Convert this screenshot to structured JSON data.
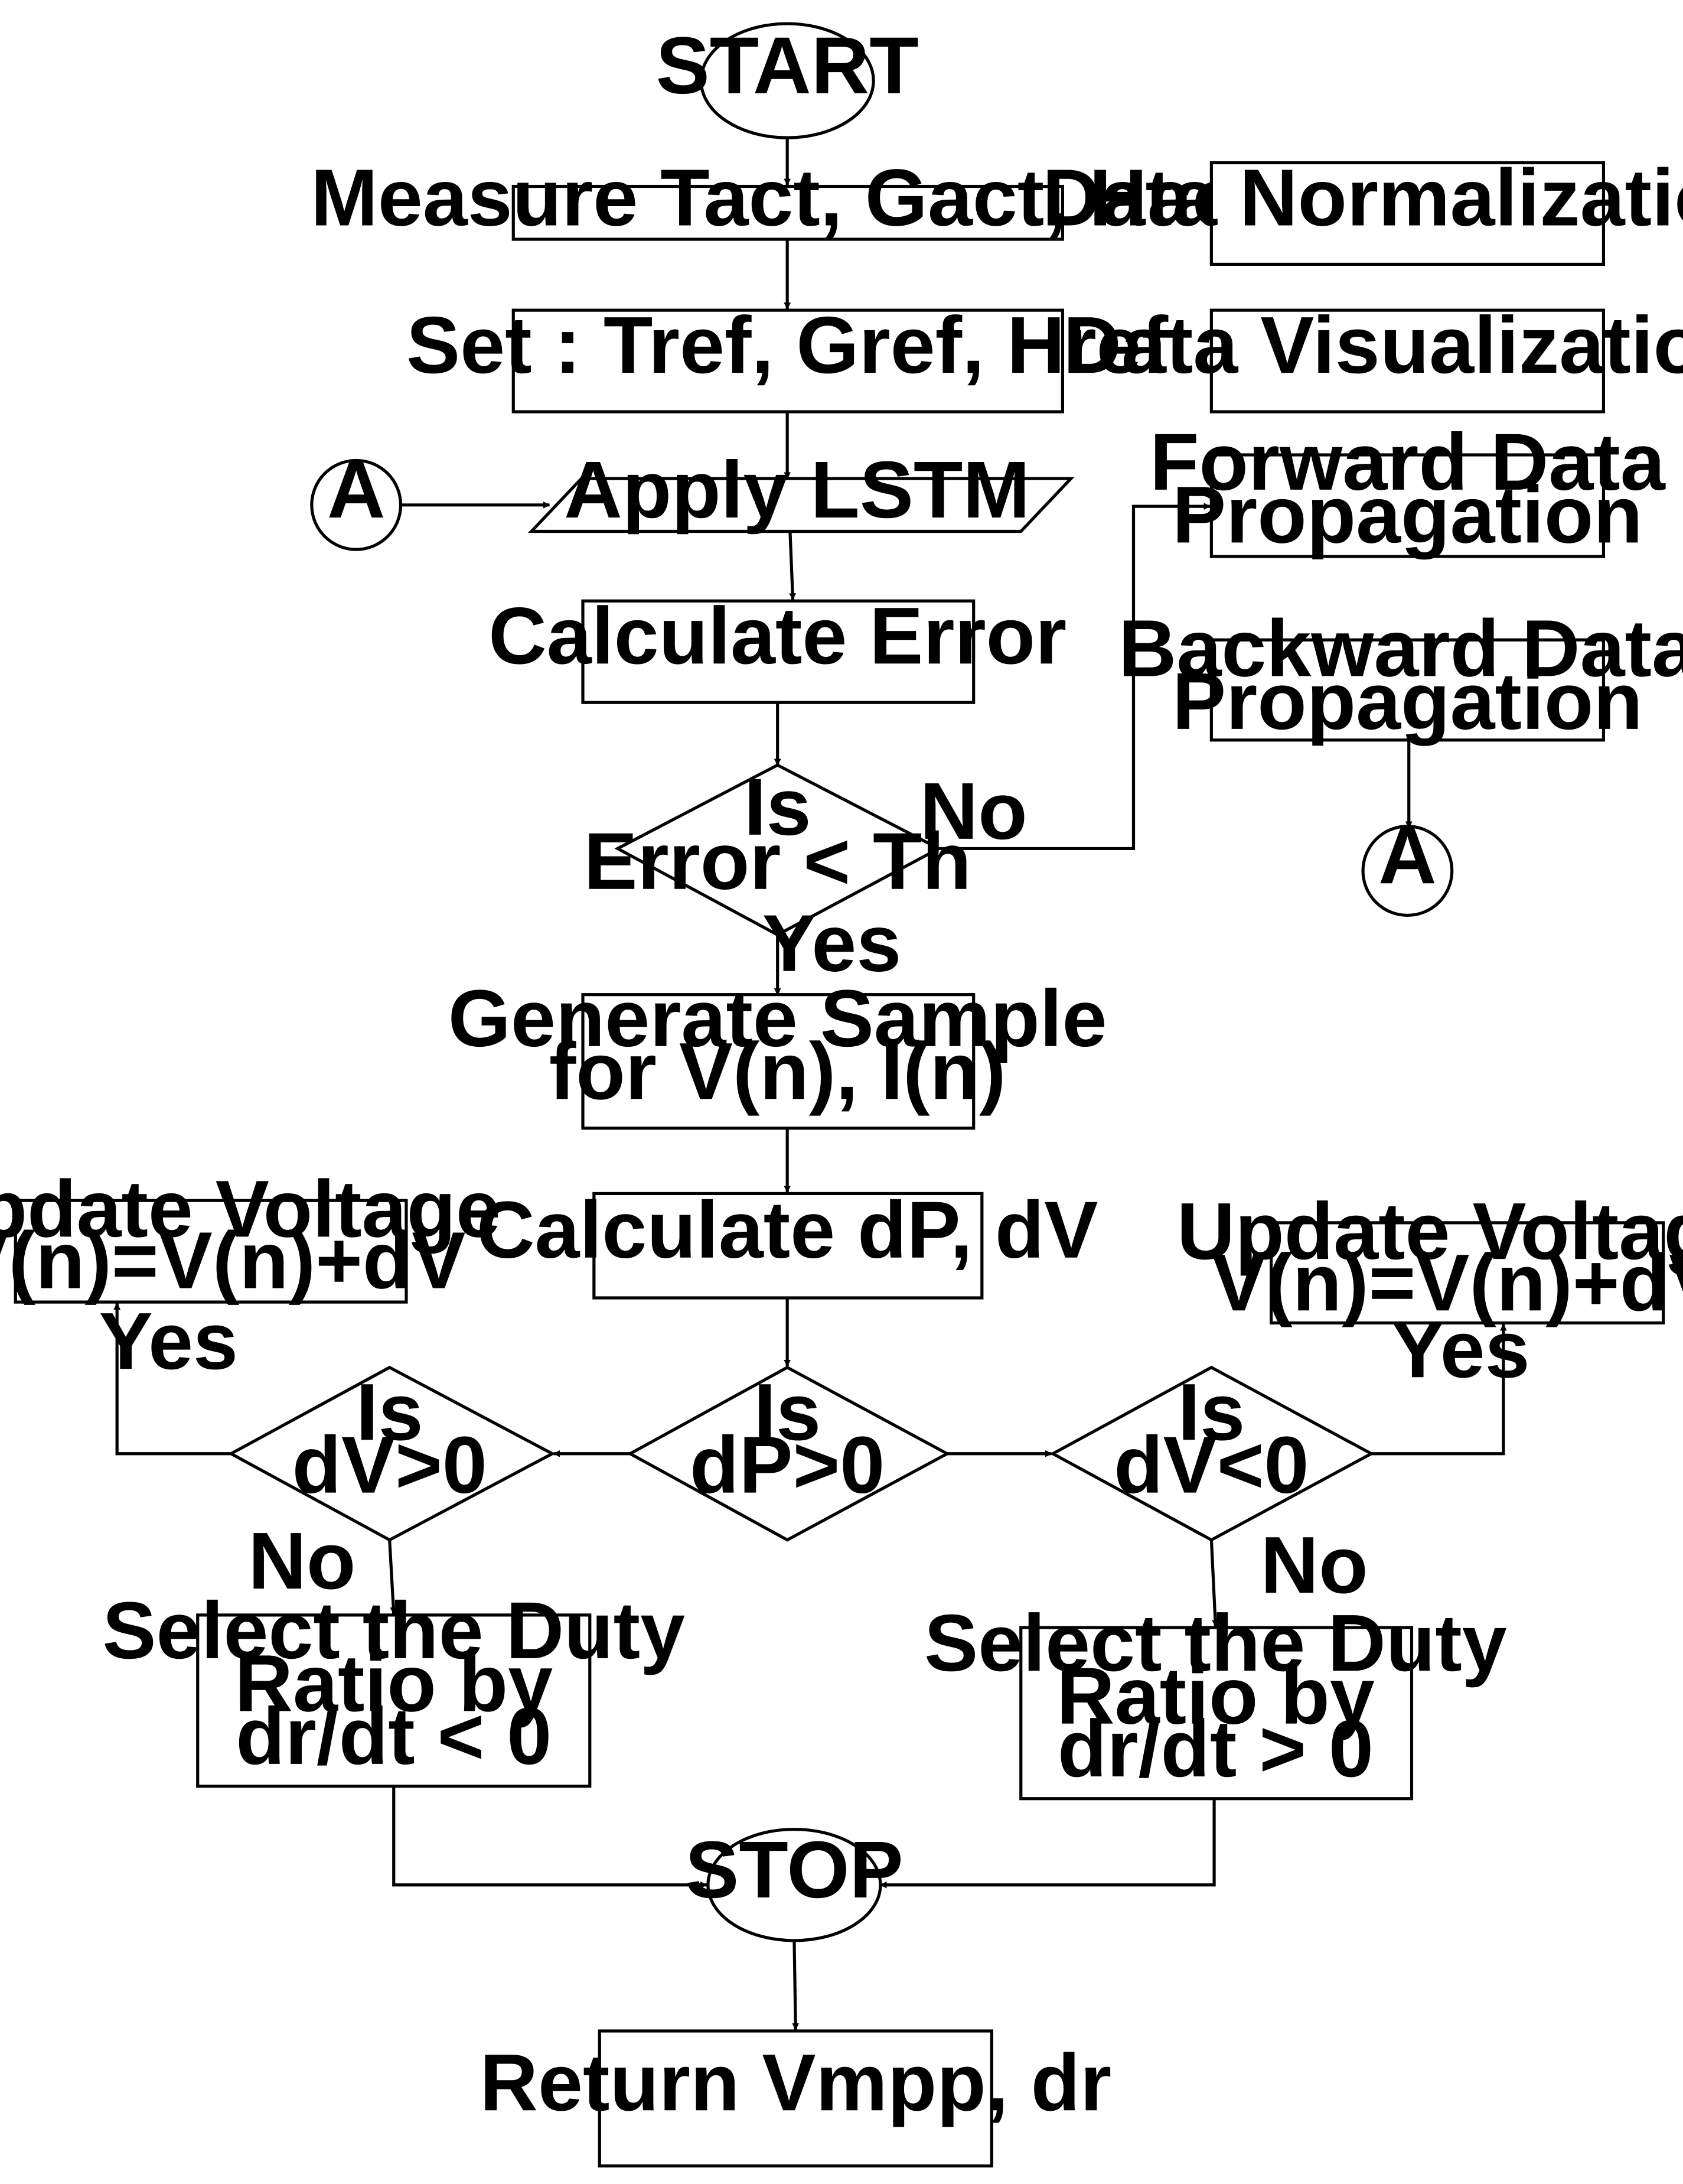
{
  "nodes": {
    "start": "START",
    "measure": "Measure Tact, Gact, Hact",
    "set_refs": "Set : Tref, Gref, Href",
    "connector_a_in": "A",
    "apply_lstm": "Apply LSTM",
    "calc_error": "Calculate Error",
    "decision_error": [
      "Is",
      "Error < Th"
    ],
    "generate_sample": [
      "Generate Sample",
      "for V(n), I(n)"
    ],
    "calc_dp_dv": "Calculate dP, dV",
    "decision_dp": [
      "Is",
      "dP>0"
    ],
    "decision_dv_pos": [
      "Is",
      "dV>0"
    ],
    "decision_dv_neg": [
      "Is",
      "dV<0"
    ],
    "update_voltage_left": [
      "Update Voltage",
      "V(n)=V(n)+dV"
    ],
    "update_voltage_right": [
      "Update Voltage",
      "V(n)=V(n)+dV"
    ],
    "duty_left": [
      "Select the Duty",
      "Ratio by",
      "dr/dt < 0"
    ],
    "duty_right": [
      "Select the Duty",
      "Ratio by",
      "dr/dt > 0"
    ],
    "stop": "STOP",
    "return_values": "Return Vmpp, dr",
    "data_normalization": "Data Normalization",
    "data_visualization": "Data Visualization",
    "forward_propagation": [
      "Forward Data",
      "Propagation"
    ],
    "backward_propagation": [
      "Backward Data",
      "Propagation"
    ],
    "connector_a_out": "A"
  },
  "edge_labels": {
    "error_no": "No",
    "error_yes": "Yes",
    "dv_pos_yes": "Yes",
    "dv_pos_no": "No",
    "dv_neg_yes": "Yes",
    "dv_neg_no": "No"
  }
}
